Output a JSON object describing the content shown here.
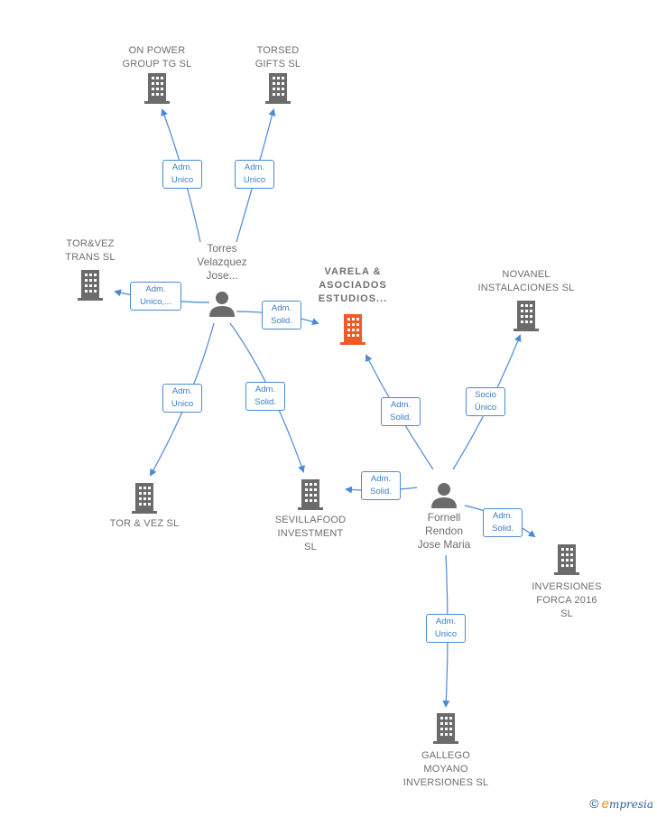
{
  "companies": {
    "on_power": "ON POWER\nGROUP TG  SL",
    "torsed": "TORSED\nGIFTS  SL",
    "torvez_trans": "TOR&VEZ\nTRANS  SL",
    "varela": "VARELA &\nASOCIADOS\nESTUDIOS...",
    "novanel": "NOVANEL\nINSTALACIONES SL",
    "tor_vez": "TOR & VEZ SL",
    "sevillafood": "SEVILLAFOOD\nINVESTMENT\nSL",
    "forca": "INVERSIONES\nFORCA 2016\nSL",
    "gallego": "GALLEGO\nMOYANO\nINVERSIONES SL"
  },
  "persons": {
    "torres": "Torres\nVelazquez\nJose...",
    "fornell": "Fornell\nRendon\nJose Maria"
  },
  "edges": {
    "torres_onpower": "Adm.\nUnico",
    "torres_torsed": "Adm.\nUnico",
    "torres_torveztrans": "Adm.\nUnico,...",
    "torres_varela": "Adm.\nSolid.",
    "torres_torvez": "Adm.\nUnico",
    "torres_sevillafood": "Adm.\nSolid.",
    "fornell_varela": "Adm.\nSolid.",
    "fornell_novanel": "Socio\nÚnico",
    "fornell_sevillafood": "Adm.\nSolid.",
    "fornell_forca": "Adm.\nSolid.",
    "fornell_gallego": "Adm.\nUnico"
  },
  "colors": {
    "edge": "#4a8ad6",
    "building": "#6b6b6b",
    "building_main": "#f05a28",
    "person": "#6b6b6b"
  },
  "brand": {
    "copyright": "©",
    "e": "e",
    "rest": "mpresia"
  }
}
